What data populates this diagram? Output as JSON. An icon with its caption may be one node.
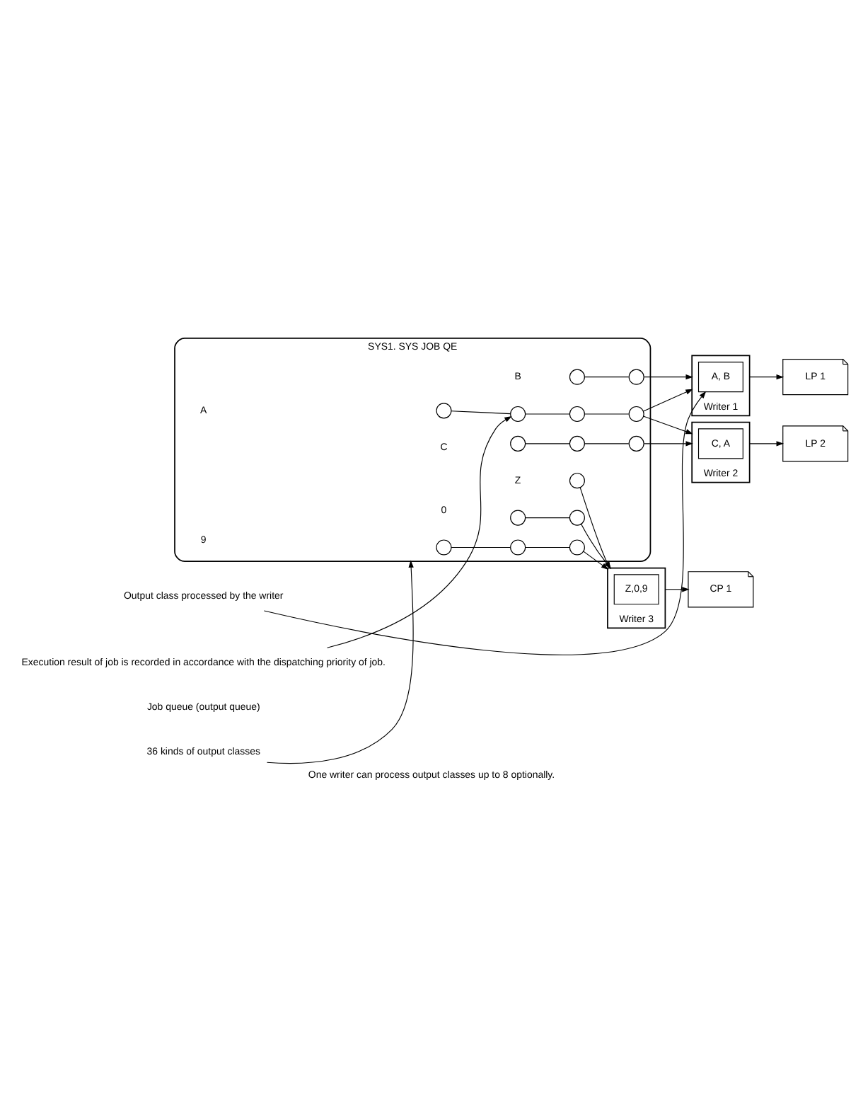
{
  "diagram": {
    "caption": "One writer can process output classes up to 8 optionally.",
    "nodes": [
      {
        "text": [
          "SYS1. SYS JOB QE"
        ]
      },
      {
        "text": [],
        "shape": "circle",
        "in": 0
      },
      {
        "text": [],
        "shape": "circle",
        "in": 0
      },
      {
        "text": [],
        "shape": "circle",
        "in": 0
      },
      {
        "text": [],
        "shape": "circle",
        "in": 0
      },
      {
        "text": [],
        "shape": "circle",
        "in": 0
      },
      {
        "text": [],
        "shape": "circle",
        "in": 0
      },
      {
        "text": [],
        "shape": "circle",
        "in": 0
      },
      {
        "text": [],
        "shape": "circle",
        "in": 0
      },
      {
        "text": [],
        "shape": "circle",
        "in": 0
      },
      {
        "text": [],
        "shape": "circle",
        "in": 0
      },
      {
        "text": [],
        "shape": "circle",
        "in": 0
      },
      {
        "text": [],
        "shape": "circle",
        "in": 0
      },
      {
        "text": [],
        "shape": "circle",
        "in": 0
      },
      {
        "text": [],
        "shape": "circle",
        "in": 0
      },
      {
        "text": [],
        "shape": "circle",
        "in": 0
      },
      {
        "text": [
          "Writer 1"
        ]
      },
      {
        "text": [
          "A, B"
        ],
        "in": 16
      },
      {
        "text": [
          "Writer 2"
        ]
      },
      {
        "text": [
          "C, A"
        ],
        "in": 18
      },
      {
        "text": [
          "Writer 3"
        ]
      },
      {
        "text": [
          "Z,0,9"
        ],
        "in": 20
      },
      {
        "text": [
          "LP 1"
        ]
      },
      {
        "text": [
          "LP 2"
        ]
      },
      {
        "text": [
          "CP 1"
        ]
      },
      {
        "text": [
          "Execution result of job is recorded in accordance with the dispatching priority of job."
        ]
      },
      {
        "text": [
          "Output class processed by the writer"
        ]
      },
      {
        "text": [
          "36 kinds of output classes"
        ]
      }
    ],
    "edges": [
      {
        "from": 1,
        "to": 2,
        "arrow": "none"
      },
      {
        "from": 2,
        "to": 3,
        "arrow": "none"
      },
      {
        "from": 3,
        "to": 4,
        "arrow": "none"
      },
      {
        "from": 5,
        "to": 6,
        "arrow": "none"
      },
      {
        "from": 7,
        "to": 8,
        "arrow": "none"
      },
      {
        "from": 8,
        "to": 9,
        "arrow": "none"
      },
      {
        "from": 11,
        "to": 12,
        "arrow": "none"
      },
      {
        "from": 13,
        "to": 14,
        "arrow": "none"
      },
      {
        "from": 14,
        "to": 15,
        "arrow": "none"
      },
      {
        "from": 4,
        "to": 16,
        "arrow": "to"
      },
      {
        "from": 4,
        "to": 18,
        "arrow": "to"
      },
      {
        "from": 6,
        "to": 16,
        "arrow": "to"
      },
      {
        "from": 9,
        "to": 18,
        "arrow": "to"
      },
      {
        "from": 10,
        "to": 20,
        "arrow": "to"
      },
      {
        "from": 12,
        "to": 20,
        "arrow": "to"
      },
      {
        "from": 15,
        "to": 20,
        "arrow": "to"
      },
      {
        "from": 16,
        "to": 22,
        "arrow": "to"
      },
      {
        "from": 18,
        "to": 23,
        "arrow": "to"
      },
      {
        "from": 20,
        "to": 24,
        "arrow": "to"
      },
      {
        "from": 25,
        "to": 2,
        "arrow": "to"
      },
      {
        "from": 26,
        "to": 17,
        "arrow": "to"
      },
      {
        "from": 27,
        "to": 0,
        "arrow": "to"
      }
    ],
    "labels": [
      "A",
      "B",
      "C",
      "Z",
      "0",
      "9",
      "Job queue (output queue)"
    ]
  }
}
